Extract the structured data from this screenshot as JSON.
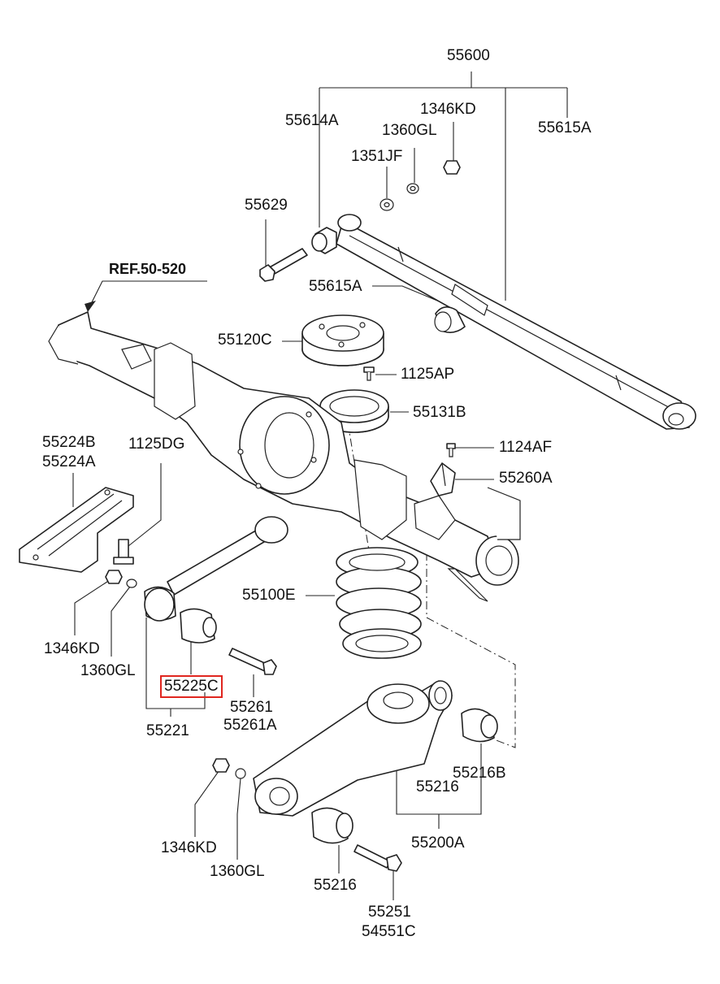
{
  "highlight_color": "#e0261f",
  "labels": {
    "p55600": "55600",
    "p55614A": "55614A",
    "p1346KD_top": "1346KD",
    "p1360GL_top": "1360GL",
    "p55615A_right": "55615A",
    "p1351JF": "1351JF",
    "p55629": "55629",
    "ref": "REF.50-520",
    "p55615A_mid": "55615A",
    "p55120C": "55120C",
    "p1125AP": "1125AP",
    "p55131B": "55131B",
    "p55224B": "55224B",
    "p55224A": "55224A",
    "p1125DG": "1125DG",
    "p1124AF": "1124AF",
    "p55260A": "55260A",
    "p55100E": "55100E",
    "p1346KD_left": "1346KD",
    "p1360GL_left": "1360GL",
    "p55225C": "55225C",
    "p55261": "55261",
    "p55261A": "55261A",
    "p55221": "55221",
    "p55216B": "55216B",
    "p55216_right": "55216",
    "p55200A": "55200A",
    "p1346KD_bottom": "1346KD",
    "p1360GL_bottom": "1360GL",
    "p55216_bottom": "55216",
    "p55251": "55251",
    "p54551C": "54551C"
  }
}
